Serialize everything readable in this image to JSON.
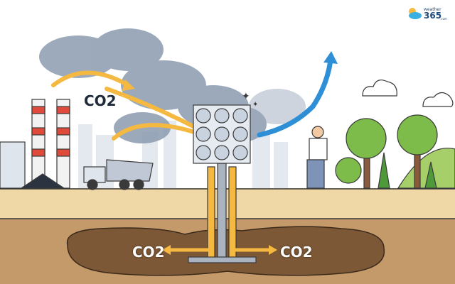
{
  "labels": {
    "co2_top": "CO2",
    "co2_left": "CO2",
    "co2_right": "CO2"
  },
  "logo": {
    "line1": "weather",
    "line2": "365",
    "suffix": ".com"
  },
  "colors": {
    "sky": "#ffffff",
    "ground": "#efd7a6",
    "soil": "#c59a6b",
    "pocket": "#7d5836",
    "arrow_yellow": "#f5b942",
    "arrow_blue": "#2f8fd6",
    "smoke": "#8b9bb0"
  }
}
